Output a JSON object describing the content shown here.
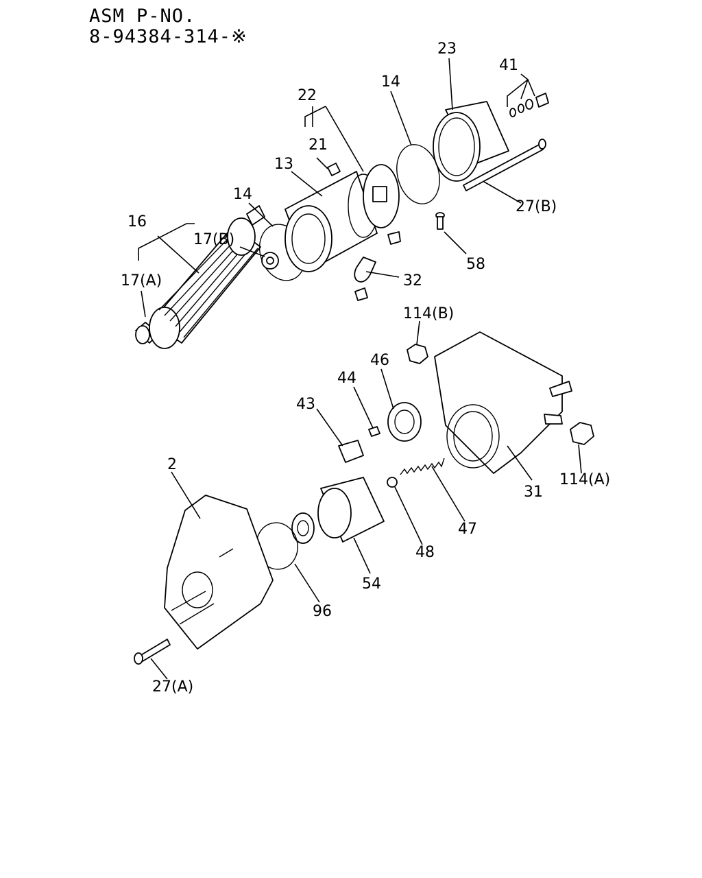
{
  "header": {
    "line1": "ASM P-NO.",
    "line2": "8-94384-314-※"
  },
  "callouts": {
    "c2": "2",
    "c13": "13",
    "c14a": "14",
    "c14b": "14",
    "c16": "16",
    "c17a": "17(A)",
    "c17b": "17(B)",
    "c21": "21",
    "c22": "22",
    "c23": "23",
    "c27a": "27(A)",
    "c27b": "27(B)",
    "c31": "31",
    "c32": "32",
    "c41": "41",
    "c43": "43",
    "c44": "44",
    "c46": "46",
    "c47": "47",
    "c48": "48",
    "c54": "54",
    "c58": "58",
    "c96": "96",
    "c114a": "114(A)",
    "c114b": "114(B)"
  }
}
